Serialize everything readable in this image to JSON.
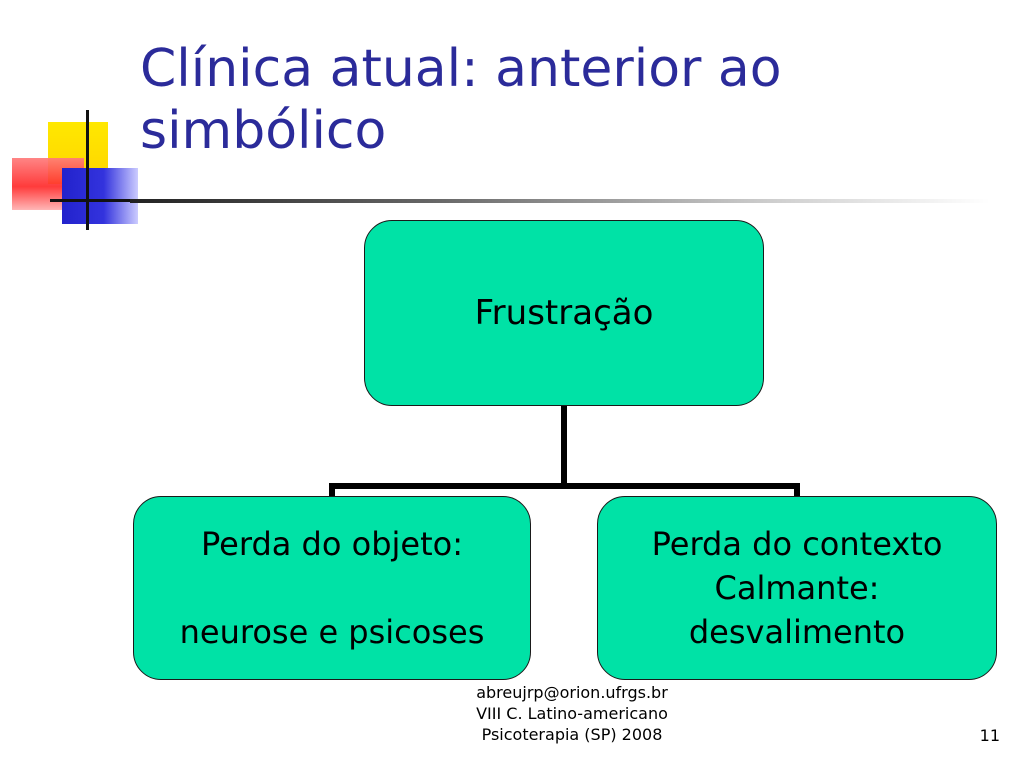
{
  "slide": {
    "title": "Clínica atual: anterior ao\nsimbólico",
    "page_number": "11"
  },
  "diagram": {
    "root": {
      "label": "Frustração"
    },
    "children": [
      {
        "line1": "Perda  do objeto:",
        "line2": "neurose e  psicoses"
      },
      {
        "line1": "Perda do contexto",
        "line2": "Calmante:",
        "line3": "desvalimento"
      }
    ]
  },
  "footer": {
    "lines": [
      "abreujrp@orion.ufrgs.br",
      "VIII C. Latino-americano",
      "Psicoterapia (SP) 2008"
    ]
  },
  "colors": {
    "title": "#2b2b9a",
    "node_fill": "#00e2a6",
    "node_border": "#1a1a1a"
  }
}
